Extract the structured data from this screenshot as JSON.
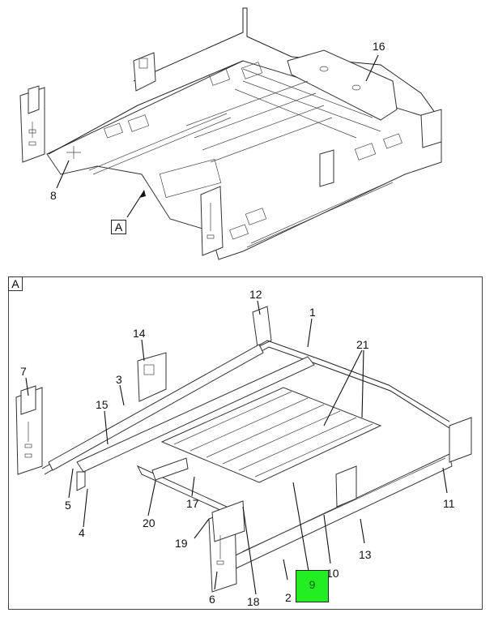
{
  "diagram": {
    "title": "Floor / Frame Assembly - Exploded Parts View",
    "overview": {
      "view_marker": "A",
      "callouts": [
        {
          "id": "8",
          "label": "8"
        },
        {
          "id": "16",
          "label": "16"
        }
      ]
    },
    "detail_view": {
      "tag": "A",
      "callouts": [
        {
          "id": "1",
          "label": "1"
        },
        {
          "id": "2",
          "label": "2"
        },
        {
          "id": "3",
          "label": "3"
        },
        {
          "id": "4",
          "label": "4"
        },
        {
          "id": "5",
          "label": "5"
        },
        {
          "id": "6",
          "label": "6"
        },
        {
          "id": "7",
          "label": "7"
        },
        {
          "id": "9",
          "label": "9"
        },
        {
          "id": "10",
          "label": "10"
        },
        {
          "id": "11",
          "label": "11"
        },
        {
          "id": "12",
          "label": "12"
        },
        {
          "id": "13",
          "label": "13"
        },
        {
          "id": "14",
          "label": "14"
        },
        {
          "id": "15",
          "label": "15"
        },
        {
          "id": "17",
          "label": "17"
        },
        {
          "id": "18",
          "label": "18"
        },
        {
          "id": "19",
          "label": "19"
        },
        {
          "id": "20",
          "label": "20"
        },
        {
          "id": "21",
          "label": "21"
        }
      ],
      "highlighted_callout": "9"
    },
    "colors": {
      "highlight": "#22ee22",
      "line": "#222222",
      "frame": "#444444"
    }
  }
}
